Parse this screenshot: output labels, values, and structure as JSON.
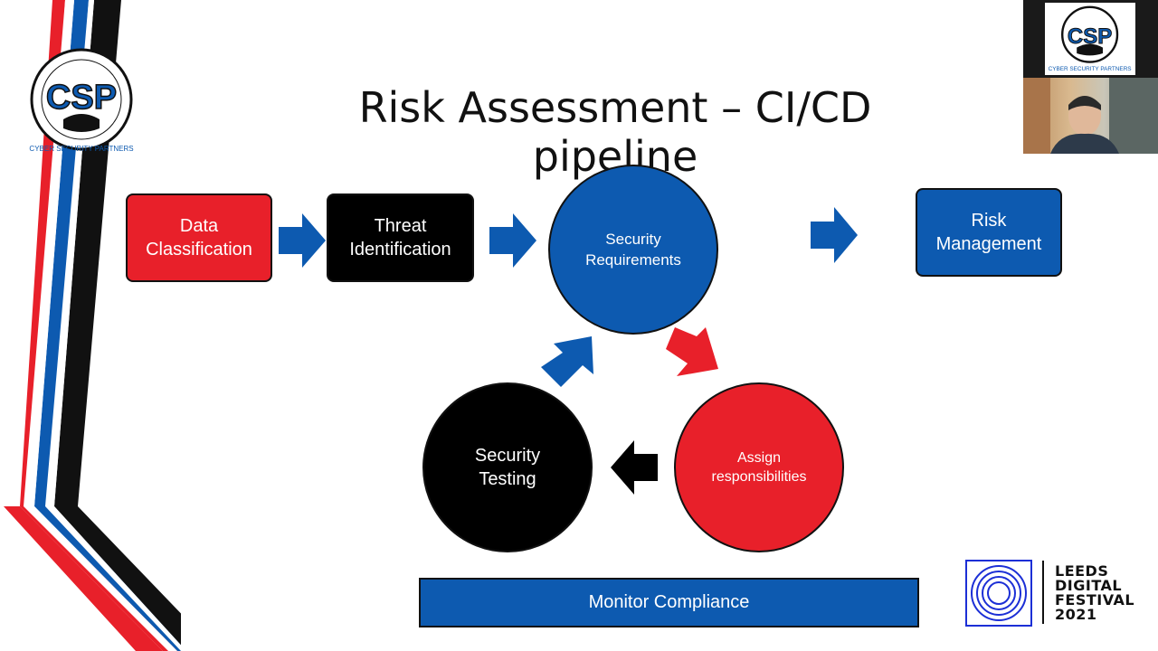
{
  "slide": {
    "title": "Risk Assessment – CI/CD pipeline"
  },
  "logo": {
    "letters": "CSP",
    "ring_text": "CYBER SECURITY PARTNERS"
  },
  "flow": {
    "data_classification": "Data Classification",
    "threat_identification": "Threat Identification",
    "security_requirements": "Security Requirements",
    "risk_management": "Risk Management",
    "assign_responsibilities": "Assign responsibilities",
    "security_testing": "Security Testing",
    "monitor_compliance": "Monitor Compliance"
  },
  "festival": {
    "line1": "LEEDS",
    "line2": "DIGITAL",
    "line3": "FESTIVAL",
    "line4": "2021"
  },
  "colors": {
    "red": "#e8202a",
    "blue": "#0d5ab0",
    "black": "#000000",
    "festival_blue": "#1c2fd6"
  }
}
